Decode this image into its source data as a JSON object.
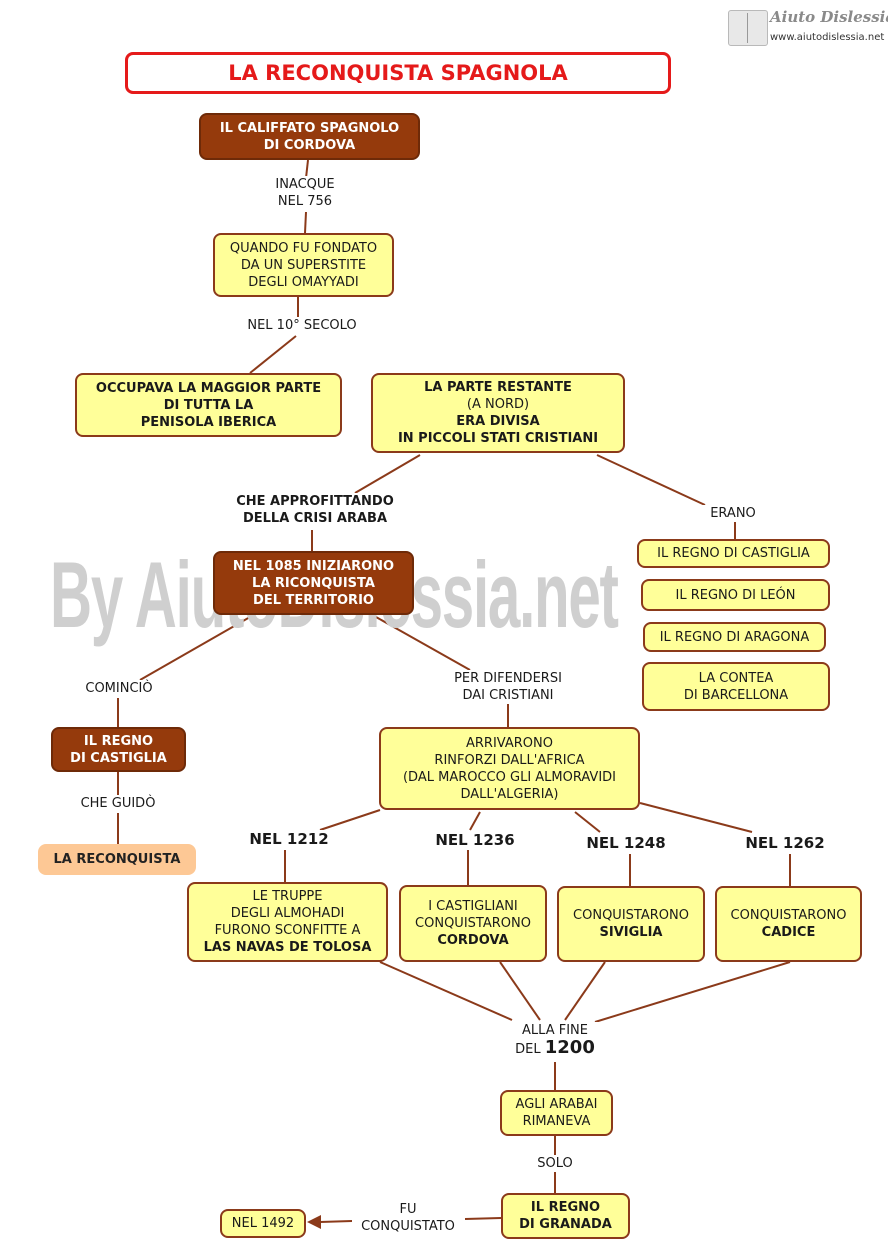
{
  "logo": {
    "brand": "Aiuto Dislessia",
    "url": "www.aiutodislessia.net"
  },
  "watermark": "By AiutoDislessia.net",
  "title": "LA RECONQUISTA SPAGNOLA",
  "nodes": {
    "califfato": [
      "IL CALIFFATO SPAGNOLO",
      "DI CORDOVA"
    ],
    "fondato": [
      "QUANDO FU FONDATO",
      "DA UN SUPERSTITE",
      "DEGLI OMAYYADI"
    ],
    "occupava": [
      "OCCUPAVA LA MAGGIOR PARTE",
      "DI TUTTA LA",
      "PENISOLA IBERICA"
    ],
    "restante": {
      "l1": "LA PARTE RESTANTE",
      "l2": "(A NORD)",
      "l3": "ERA DIVISA",
      "l4": "IN PICCOLI STATI CRISTIANI"
    },
    "nel1085": [
      "NEL 1085 INIZIARONO",
      "LA RICONQUISTA",
      "DEL TERRITORIO"
    ],
    "castiglia_regno": "IL REGNO DI CASTIGLIA",
    "leon": "IL REGNO DI LEÓN",
    "aragona": "IL REGNO DI ARAGONA",
    "barcellona": [
      "LA CONTEA",
      "DI BARCELLONA"
    ],
    "regno_castiglia": [
      "IL REGNO",
      "DI CASTIGLIA"
    ],
    "la_reconquista": "LA RECONQUISTA",
    "arrivarono": [
      "ARRIVARONO",
      "RINFORZI DALL'AFRICA",
      "(DAL MAROCCO  GLI ALMORAVIDI",
      "DALL'ALGERIA)"
    ],
    "truppe": {
      "l1": "LE TRUPPE",
      "l2": "DEGLI ALMOHADI",
      "l3": "FURONO SCONFITTE A",
      "l4": "LAS NAVAS DE TOLOSA"
    },
    "castigliani": {
      "l1": "I CASTIGLIANI",
      "l2": "CONQUISTARONO",
      "l3": "CORDOVA"
    },
    "siviglia": {
      "l1": "CONQUISTARONO",
      "l2": "SIVIGLIA"
    },
    "cadice": {
      "l1": "CONQUISTARONO",
      "l2": "CADICE"
    },
    "arabi": [
      "AGLI ARABAI",
      "RIMANEVA"
    ],
    "granada": [
      "IL  REGNO",
      "DI GRANADA"
    ],
    "nel1492": "NEL 1492"
  },
  "labels": {
    "inacque": [
      "INACQUE",
      "NEL 756"
    ],
    "nel10": "NEL 10° SECOLO",
    "approfittando": [
      "CHE APPROFITTANDO",
      "DELLA CRISI ARABA"
    ],
    "erano": "ERANO",
    "comincio": "COMINCIÒ",
    "difendersi": [
      "PER DIFENDERSI",
      "DAI CRISTIANI"
    ],
    "guido": "CHE GUIDÒ",
    "nel1212": "NEL 1212",
    "nel1236": "NEL 1236",
    "nel1248": "NEL 1248",
    "nel1262": "NEL 1262",
    "allafine": "ALLA FINE",
    "del": "DEL",
    "anno1200": "1200",
    "solo": "SOLO",
    "fu": [
      "FU",
      "CONQUISTATO"
    ]
  },
  "colors": {
    "title": "#e51a1a",
    "yellow": "#ffff99",
    "dark": "#953a0c",
    "peach": "#fdc895",
    "line": "#8b3a1a"
  }
}
